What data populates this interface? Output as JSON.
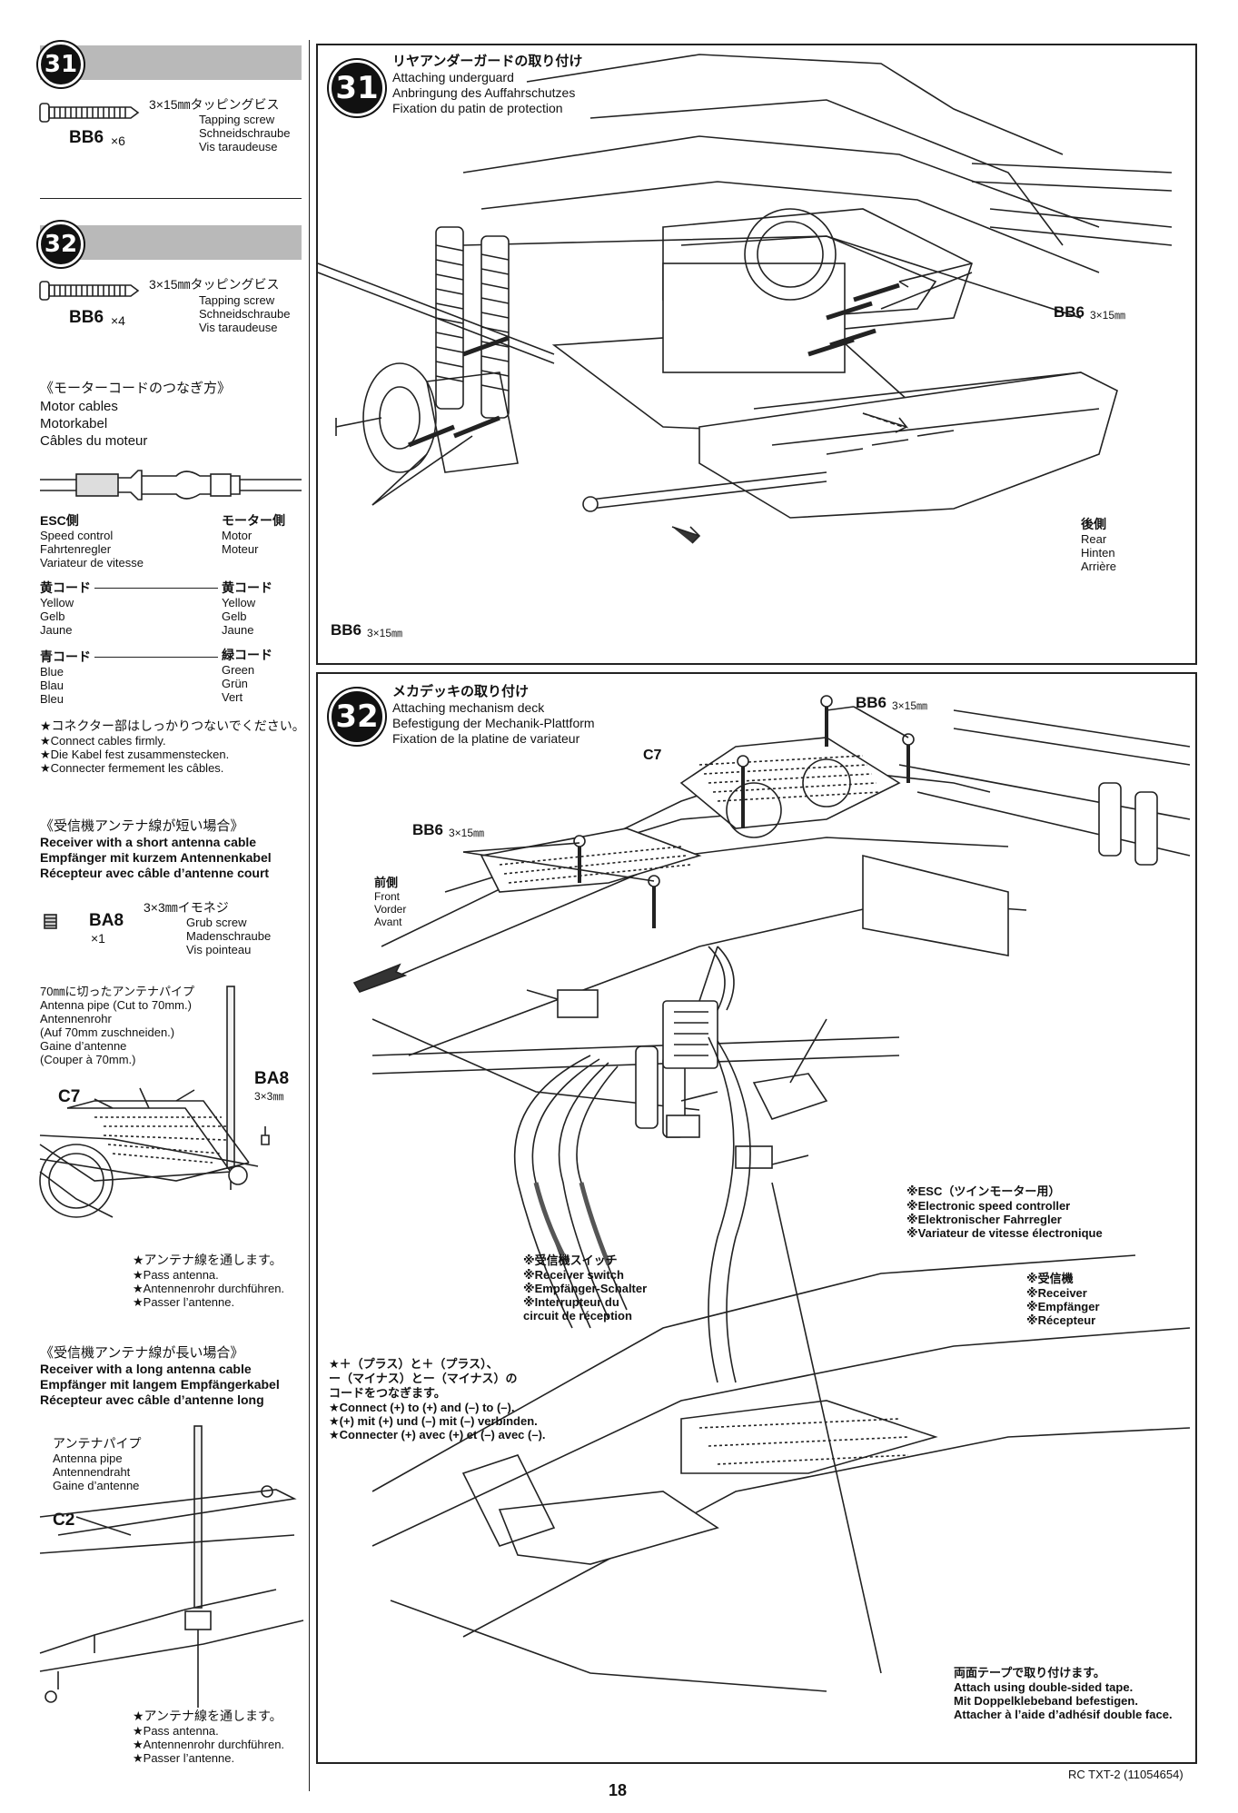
{
  "page": {
    "number": "18",
    "footer": "RC TXT-2 (11054654)"
  },
  "left": {
    "step31": {
      "number": "31",
      "screw_size_jp": "3×15㎜タッピングビス",
      "screw_en": "Tapping screw",
      "screw_de": "Schneidschraube",
      "screw_fr": "Vis taraudeuse",
      "part": "BB6",
      "qty": "×6"
    },
    "step32": {
      "number": "32",
      "screw_size_jp": "3×15㎜タッピングビス",
      "screw_en": "Tapping screw",
      "screw_de": "Schneidschraube",
      "screw_fr": "Vis taraudeuse",
      "part": "BB6",
      "qty": "×4"
    },
    "motor": {
      "title_jp": "《モーターコードのつなぎ方》",
      "title_en": "Motor cables",
      "title_de": "Motorkabel",
      "title_fr": "Câbles du moteur",
      "esc_jp": "ESC側",
      "esc_en": "Speed control",
      "esc_de": "Fahrtenregler",
      "esc_fr": "Variateur de vitesse",
      "motor_jp": "モーター側",
      "motor_en": "Motor",
      "motor_de": "Moteur",
      "yellow_jp_l": "黄コード",
      "yellow_en_l": "Yellow",
      "yellow_de_l": "Gelb",
      "yellow_fr_l": "Jaune",
      "yellow_jp_r": "黄コード",
      "yellow_en_r": "Yellow",
      "yellow_de_r": "Gelb",
      "yellow_fr_r": "Jaune",
      "blue_jp": "青コード",
      "blue_en": "Blue",
      "blue_de": "Blau",
      "blue_fr": "Bleu",
      "green_jp": "緑コード",
      "green_en": "Green",
      "green_de": "Grün",
      "green_fr": "Vert",
      "note_jp": "★コネクター部はしっかりつないでください。",
      "note_en": "★Connect cables firmly.",
      "note_de": "★Die Kabel fest zusammenstecken.",
      "note_fr": "★Connecter fermement les câbles."
    },
    "short_antenna": {
      "title_jp": "《受信機アンテナ線が短い場合》",
      "title_en": "Receiver with a short antenna cable",
      "title_de": "Empfänger mit kurzem Antennenkabel",
      "title_fr": "Récepteur avec câble d’antenne court",
      "grub_jp": "3×3㎜イモネジ",
      "grub_en": "Grub screw",
      "grub_de": "Madenschraube",
      "grub_fr": "Vis pointeau",
      "part": "BA8",
      "qty": "×1",
      "pipe_jp": "70㎜に切ったアンテナパイプ",
      "pipe_en": "Antenna pipe (Cut to 70mm.)",
      "pipe_de1": "Antennenrohr",
      "pipe_de2": "(Auf 70mm zuschneiden.)",
      "pipe_fr1": "Gaine d’antenne",
      "pipe_fr2": "(Couper à 70mm.)",
      "ba8": "BA8",
      "ba8_size": "3×3㎜",
      "c7": "C7",
      "pass_jp": "★アンテナ線を通します。",
      "pass_en": "★Pass antenna.",
      "pass_de": "★Antennenrohr durchführen.",
      "pass_fr": "★Passer l’antenne."
    },
    "long_antenna": {
      "title_jp": "《受信機アンテナ線が長い場合》",
      "title_en": "Receiver with a long antenna cable",
      "title_de": "Empfänger mit langem Empfängerkabel",
      "title_fr": "Récepteur avec câble d’antenne long",
      "pipe_jp": "アンテナパイプ",
      "pipe_en": "Antenna pipe",
      "pipe_de": "Antennendraht",
      "pipe_fr": "Gaine d’antenne",
      "c2": "C2",
      "pass_jp": "★アンテナ線を通します。",
      "pass_en": "★Pass antenna.",
      "pass_de": "★Antennenrohr durchführen.",
      "pass_fr": "★Passer l’antenne."
    }
  },
  "panel31": {
    "number": "31",
    "title_jp": "リヤアンダーガードの取り付け",
    "title_en": "Attaching underguard",
    "title_de": "Anbringung des Auffahrschutzes",
    "title_fr": "Fixation du patin de protection",
    "bb6_right": "BB6",
    "bb6_right_size": "3×15㎜",
    "bb6_bottom": "BB6",
    "bb6_bottom_size": "3×15㎜",
    "rear_jp": "後側",
    "rear_en": "Rear",
    "rear_de": "Hinten",
    "rear_fr": "Arrière"
  },
  "panel32": {
    "number": "32",
    "title_jp": "メカデッキの取り付け",
    "title_en": "Attaching mechanism deck",
    "title_de": "Befestigung der Mechanik-Plattform",
    "title_fr": "Fixation de la platine de variateur",
    "c7": "C7",
    "bb6_top": "BB6",
    "bb6_top_size": "3×15㎜",
    "bb6_left": "BB6",
    "bb6_left_size": "3×15㎜",
    "front_jp": "前側",
    "front_en": "Front",
    "front_de": "Vorder",
    "front_fr": "Avant",
    "esc_jp": "※ESC（ツインモーター用）",
    "esc_en": "※Electronic speed controller",
    "esc_de": "※Elektronischer Fahrregler",
    "esc_fr": "※Variateur de vitesse électronique",
    "switch_jp": "※受信機スイッチ",
    "switch_en": "※Receiver switch",
    "switch_de": "※Empfänger-Schalter",
    "switch_fr1": "※Interrupteur du",
    "switch_fr2": "circuit de réception",
    "rx_jp": "※受信機",
    "rx_en": "※Receiver",
    "rx_de": "※Empfänger",
    "rx_fr": "※Récepteur",
    "conn_jp1": "★＋（プラス）と＋（プラス）、",
    "conn_jp2": "ー（マイナス）とー（マイナス）の",
    "conn_jp3": "コードをつなぎます。",
    "conn_en": "★Connect (+) to (+) and (–) to (–).",
    "conn_de": "★(+) mit (+) und (–) mit (–) verbinden.",
    "conn_fr": "★Connecter (+) avec (+) et (–) avec (–).",
    "tape_jp": "両面テープで取り付けます。",
    "tape_en": "Attach using double-sided tape.",
    "tape_de": "Mit Doppelklebeband befestigen.",
    "tape_fr": "Attacher à l’aide d’adhésif double face."
  }
}
